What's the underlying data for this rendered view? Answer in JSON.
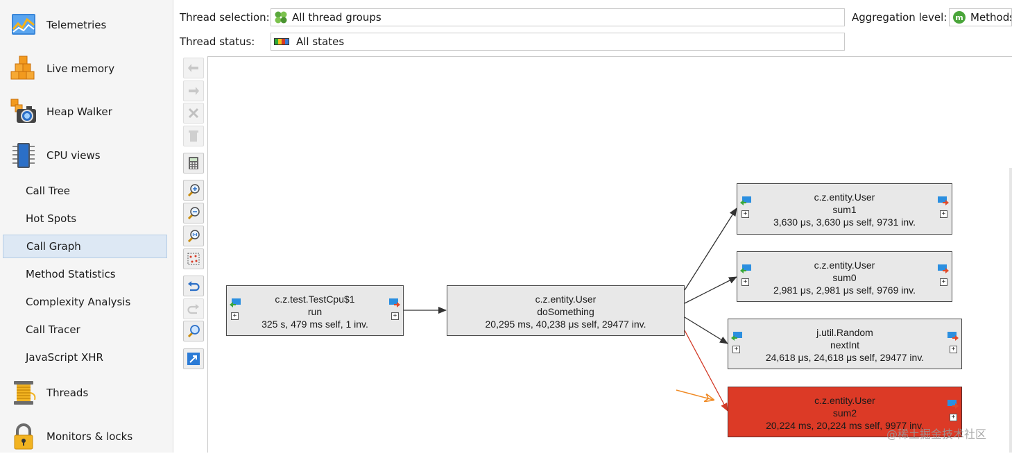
{
  "sidebar": {
    "sections": [
      {
        "key": "telemetries",
        "label": "Telemetries",
        "icon": "telemetries-icon"
      },
      {
        "key": "live-memory",
        "label": "Live memory",
        "icon": "live-memory-icon"
      },
      {
        "key": "heap-walker",
        "label": "Heap Walker",
        "icon": "heap-walker-icon"
      },
      {
        "key": "cpu-views",
        "label": "CPU views",
        "icon": "cpu-chip-icon"
      },
      {
        "key": "threads",
        "label": "Threads",
        "icon": "threads-icon"
      },
      {
        "key": "monitors-locks",
        "label": "Monitors & locks",
        "icon": "lock-icon"
      }
    ],
    "cpu_items": [
      {
        "label": "Call Tree"
      },
      {
        "label": "Hot Spots"
      },
      {
        "label": "Call Graph",
        "selected": true
      },
      {
        "label": "Method Statistics"
      },
      {
        "label": "Complexity Analysis"
      },
      {
        "label": "Call Tracer"
      },
      {
        "label": "JavaScript XHR"
      }
    ]
  },
  "topbar": {
    "thread_selection_label": "Thread selection:",
    "thread_selection_value": "All thread groups",
    "thread_status_label": "Thread status:",
    "thread_status_value": "All states",
    "aggregation_label": "Aggregation level:",
    "aggregation_value": "Methods"
  },
  "toolbar": [
    {
      "name": "back-icon",
      "enabled": false
    },
    {
      "name": "forward-icon",
      "enabled": false
    },
    {
      "name": "remove-icon",
      "enabled": false
    },
    {
      "name": "delete-icon",
      "enabled": false
    },
    {
      "name": "calculator-icon",
      "enabled": true
    },
    {
      "name": "zoom-in-icon",
      "enabled": true
    },
    {
      "name": "zoom-out-icon",
      "enabled": true
    },
    {
      "name": "zoom-reset-icon",
      "enabled": true
    },
    {
      "name": "fit-content-icon",
      "enabled": true
    },
    {
      "name": "undo-icon",
      "enabled": true
    },
    {
      "name": "redo-icon",
      "enabled": false
    },
    {
      "name": "find-icon",
      "enabled": true
    },
    {
      "name": "export-icon",
      "enabled": true
    }
  ],
  "graph": {
    "nodes": [
      {
        "id": "run",
        "class_name": "c.z.test.TestCpu$1",
        "method": "run",
        "stats": "325 s, 479 ms self, 1 inv.",
        "hot": false
      },
      {
        "id": "doSomething",
        "class_name": "c.z.entity.User",
        "method": "doSomething",
        "stats": "20,295 ms, 40,238 μs self, 29477 inv.",
        "hot": false
      },
      {
        "id": "sum1",
        "class_name": "c.z.entity.User",
        "method": "sum1",
        "stats": "3,630 μs, 3,630 μs self, 9731 inv.",
        "hot": false
      },
      {
        "id": "sum0",
        "class_name": "c.z.entity.User",
        "method": "sum0",
        "stats": "2,981 μs, 2,981 μs self, 9769 inv.",
        "hot": false
      },
      {
        "id": "nextInt",
        "class_name": "j.util.Random",
        "method": "nextInt",
        "stats": "24,618 μs, 24,618 μs self, 29477 inv.",
        "hot": false
      },
      {
        "id": "sum2",
        "class_name": "c.z.entity.User",
        "method": "sum2",
        "stats": "20,224 ms, 20,224 ms self, 9977 inv.",
        "hot": true
      }
    ],
    "edges": [
      {
        "from": "run",
        "to": "doSomething",
        "color": "#333333"
      },
      {
        "from": "doSomething",
        "to": "sum1",
        "color": "#333333"
      },
      {
        "from": "doSomething",
        "to": "sum0",
        "color": "#333333"
      },
      {
        "from": "doSomething",
        "to": "nextInt",
        "color": "#333333"
      },
      {
        "from": "doSomething",
        "to": "sum2",
        "color": "#d23a26"
      }
    ],
    "hot_color": "#dc3a26",
    "node_color": "#e8e8e8"
  },
  "watermark": "@稀土掘金技术社区"
}
